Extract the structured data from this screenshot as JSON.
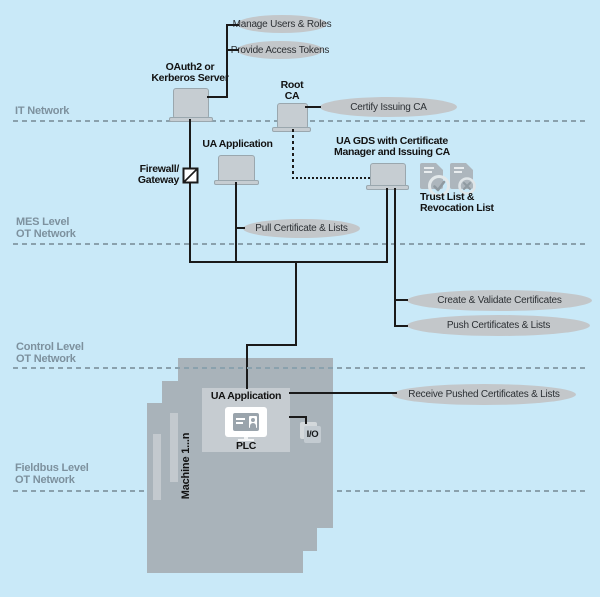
{
  "diagram_title": "OPC UA GDS certificate management across network levels",
  "zones": {
    "it": {
      "label": "IT Network"
    },
    "mes": {
      "label": "MES Level\nOT Network"
    },
    "control": {
      "label": "Control Level\nOT Network"
    },
    "fieldbus": {
      "label": "Fieldbus Level\nOT Network"
    }
  },
  "nodes": {
    "oauth_server": {
      "label": "OAuth2 or\nKerberos Server",
      "icon": "laptop-icon"
    },
    "root_ca": {
      "label": "Root\nCA",
      "icon": "laptop-icon"
    },
    "ua_application_mes": {
      "label": "UA Application",
      "icon": "laptop-icon"
    },
    "ua_gds": {
      "label": "UA GDS with Certificate\nManager and Issuing CA",
      "icon": "laptop-icon"
    },
    "firewall": {
      "label": "Firewall/\nGateway",
      "icon": "firewall-icon"
    },
    "trust_list": {
      "label": "Trust List &\nRevocation List",
      "icons": [
        "document-check-icon",
        "document-revoke-icon"
      ]
    },
    "machine": {
      "label": "Machine 1...n"
    },
    "ua_application_plc": {
      "label": "UA Application"
    },
    "plc": {
      "label": "PLC",
      "icon": "plc-monitor-icon"
    },
    "io": {
      "label": "I/O",
      "icon": "io-module-icon"
    }
  },
  "actions": {
    "manage_users": {
      "label": "Manage Users & Roles"
    },
    "provide_tokens": {
      "label": "Provide Access Tokens"
    },
    "certify_issuing_ca": {
      "label": "Certify Issuing CA"
    },
    "pull_certificate": {
      "label": "Pull Certificate & Lists"
    },
    "create_validate": {
      "label": "Create & Validate Certificates"
    },
    "push_certificates": {
      "label": "Push Certificates & Lists"
    },
    "receive_pushed": {
      "label": "Receive Pushed Certificates & Lists"
    }
  },
  "colors": {
    "background": "#c9e9f8",
    "ellipse_fill": "#c3c7ca",
    "machine_fill": "#a9b3ba",
    "panel_fill": "#c6ccd1",
    "laptop_fill": "#c6cdd2",
    "connector": "#1a1a1a",
    "zone_label": "#7d919e",
    "zone_line_dash": "#8aa1ad"
  }
}
